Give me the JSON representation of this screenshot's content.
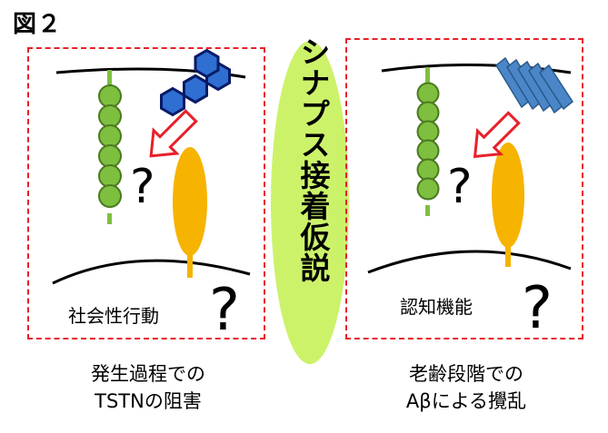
{
  "figure_label": "図２",
  "center_title": "シナプス接着仮説",
  "left_panel": {
    "question_small": "?",
    "question_big": "?",
    "caption": "社会性行動",
    "bottom_caption_line1": "発生過程での",
    "bottom_caption_line2": "TSTNの阻害"
  },
  "right_panel": {
    "question_small": "?",
    "question_big": "?",
    "caption": "認知機能",
    "bottom_caption_line1": "老齢段階での",
    "bottom_caption_line2": "Aβによる攪乱"
  },
  "colors": {
    "dashed_border": "#e8202a",
    "ellipse_fill": "#ccf26a",
    "bead_fill": "#7fbf3f",
    "bead_stroke": "#4a7a1f",
    "orange": "#f6b300",
    "hexagon_fill": "#2e6fd1",
    "plate_fill": "#4a86c8",
    "arrow_stroke": "#e8202a"
  },
  "icons": {
    "molecule": "hexagon-ring-molecule",
    "aggregate": "stacked-plates-aggregate",
    "arrow": "hollow-red-arrow"
  }
}
